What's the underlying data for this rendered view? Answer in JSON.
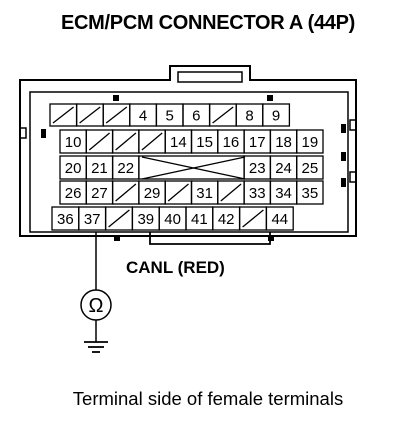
{
  "title": "ECM/PCM CONNECTOR A (44P)",
  "wire_label": "CANL (RED)",
  "caption": "Terminal side of female terminals",
  "meter_symbol": "Ω",
  "connector": {
    "rows": [
      [
        null,
        null,
        null,
        "4",
        "5",
        "6",
        null,
        "8",
        "9"
      ],
      [
        "10",
        null,
        null,
        null,
        "14",
        "15",
        "16",
        "17",
        "18",
        "19"
      ],
      [
        "20",
        "21",
        "22",
        null,
        null,
        null,
        null,
        "23",
        "24",
        "25"
      ],
      [
        "26",
        "27",
        null,
        "29",
        null,
        "31",
        null,
        "33",
        "34",
        "35"
      ],
      [
        "36",
        "37",
        null,
        "39",
        "40",
        "41",
        "42",
        null,
        "44"
      ]
    ],
    "probed_terminal": "37"
  }
}
